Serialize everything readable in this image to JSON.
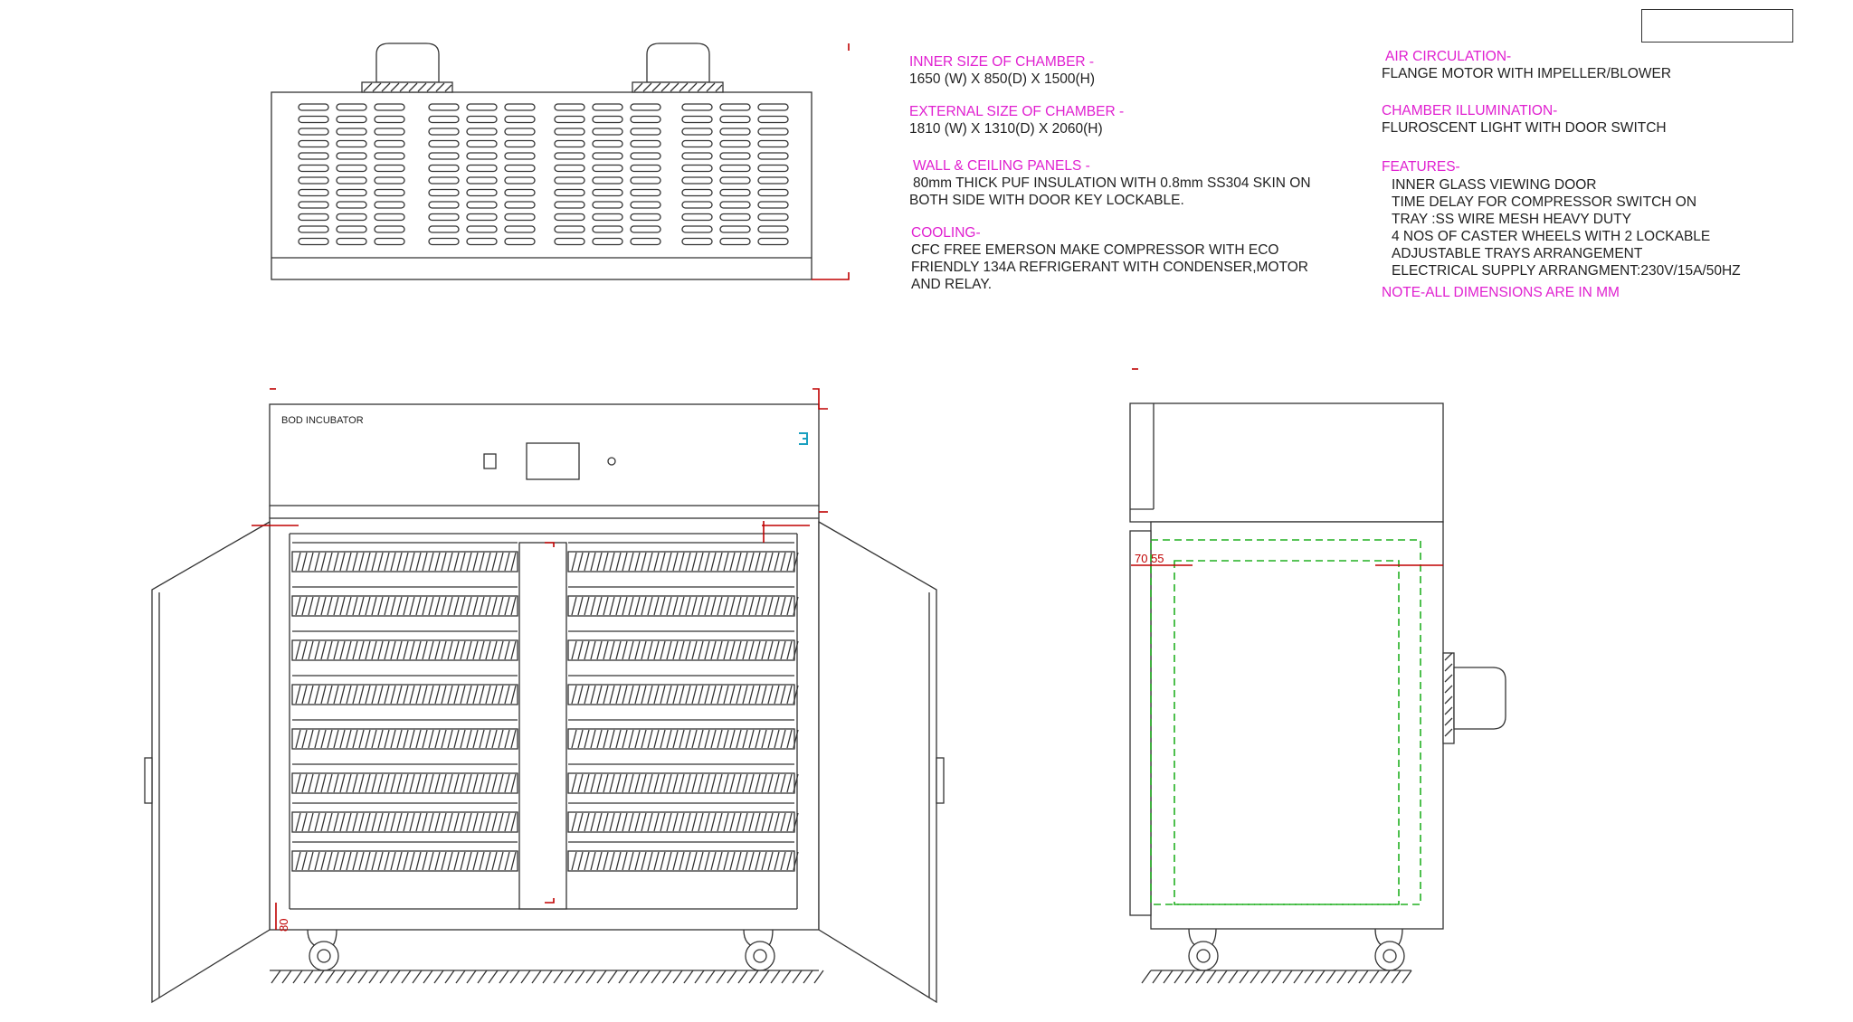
{
  "colors": {
    "heading": "#e020d0",
    "body_text": "#222222",
    "dimension": "#c00000",
    "inner_chamber_outline": "#22b022"
  },
  "title_block": {
    "value": ""
  },
  "specs": {
    "inner_size": {
      "heading": "INNER SIZE OF CHAMBER -",
      "lines": [
        "1650 (W) X 850(D) X 1500(H)"
      ]
    },
    "external_size": {
      "heading": "EXTERNAL SIZE OF CHAMBER -",
      "lines": [
        "1810 (W) X 1310(D) X 2060(H)"
      ]
    },
    "wall_panels": {
      "heading": "WALL & CEILING PANELS -",
      "lines": [
        "80mm THICK PUF INSULATION WITH 0.8mm SS304 SKIN ON",
        "BOTH SIDE WITH DOOR KEY LOCKABLE."
      ]
    },
    "cooling": {
      "heading": "COOLING-",
      "lines": [
        "CFC FREE EMERSON MAKE COMPRESSOR WITH ECO",
        "FRIENDLY 134A REFRIGERANT WITH CONDENSER,MOTOR",
        " AND RELAY."
      ]
    },
    "air_circulation": {
      "heading": "AIR CIRCULATION-",
      "lines": [
        "FLANGE MOTOR WITH IMPELLER/BLOWER"
      ]
    },
    "illumination": {
      "heading": "CHAMBER ILLUMINATION-",
      "lines": [
        "FLUROSCENT LIGHT WITH DOOR SWITCH"
      ]
    },
    "features": {
      "heading": "FEATURES-",
      "lines": [
        "INNER GLASS VIEWING DOOR",
        "TIME DELAY FOR COMPRESSOR SWITCH ON",
        "TRAY :SS WIRE MESH HEAVY DUTY",
        "4 NOS OF CASTER WHEELS WITH 2 LOCKABLE",
        " ADJUSTABLE TRAYS ARRANGEMENT",
        "ELECTRICAL SUPPLY ARRANGMENT:230V/15A/50HZ"
      ]
    },
    "note": "NOTE-ALL DIMENSIONS ARE IN MM"
  },
  "front_view": {
    "panel_label": "BOD INCUBATOR",
    "base_dimension": "80",
    "trays_per_column": 8
  },
  "side_view": {
    "dimension_label": "70 55"
  },
  "top_view": {
    "vent_groups": 4,
    "vent_rows": 12,
    "vent_columns_per_group": 3
  }
}
